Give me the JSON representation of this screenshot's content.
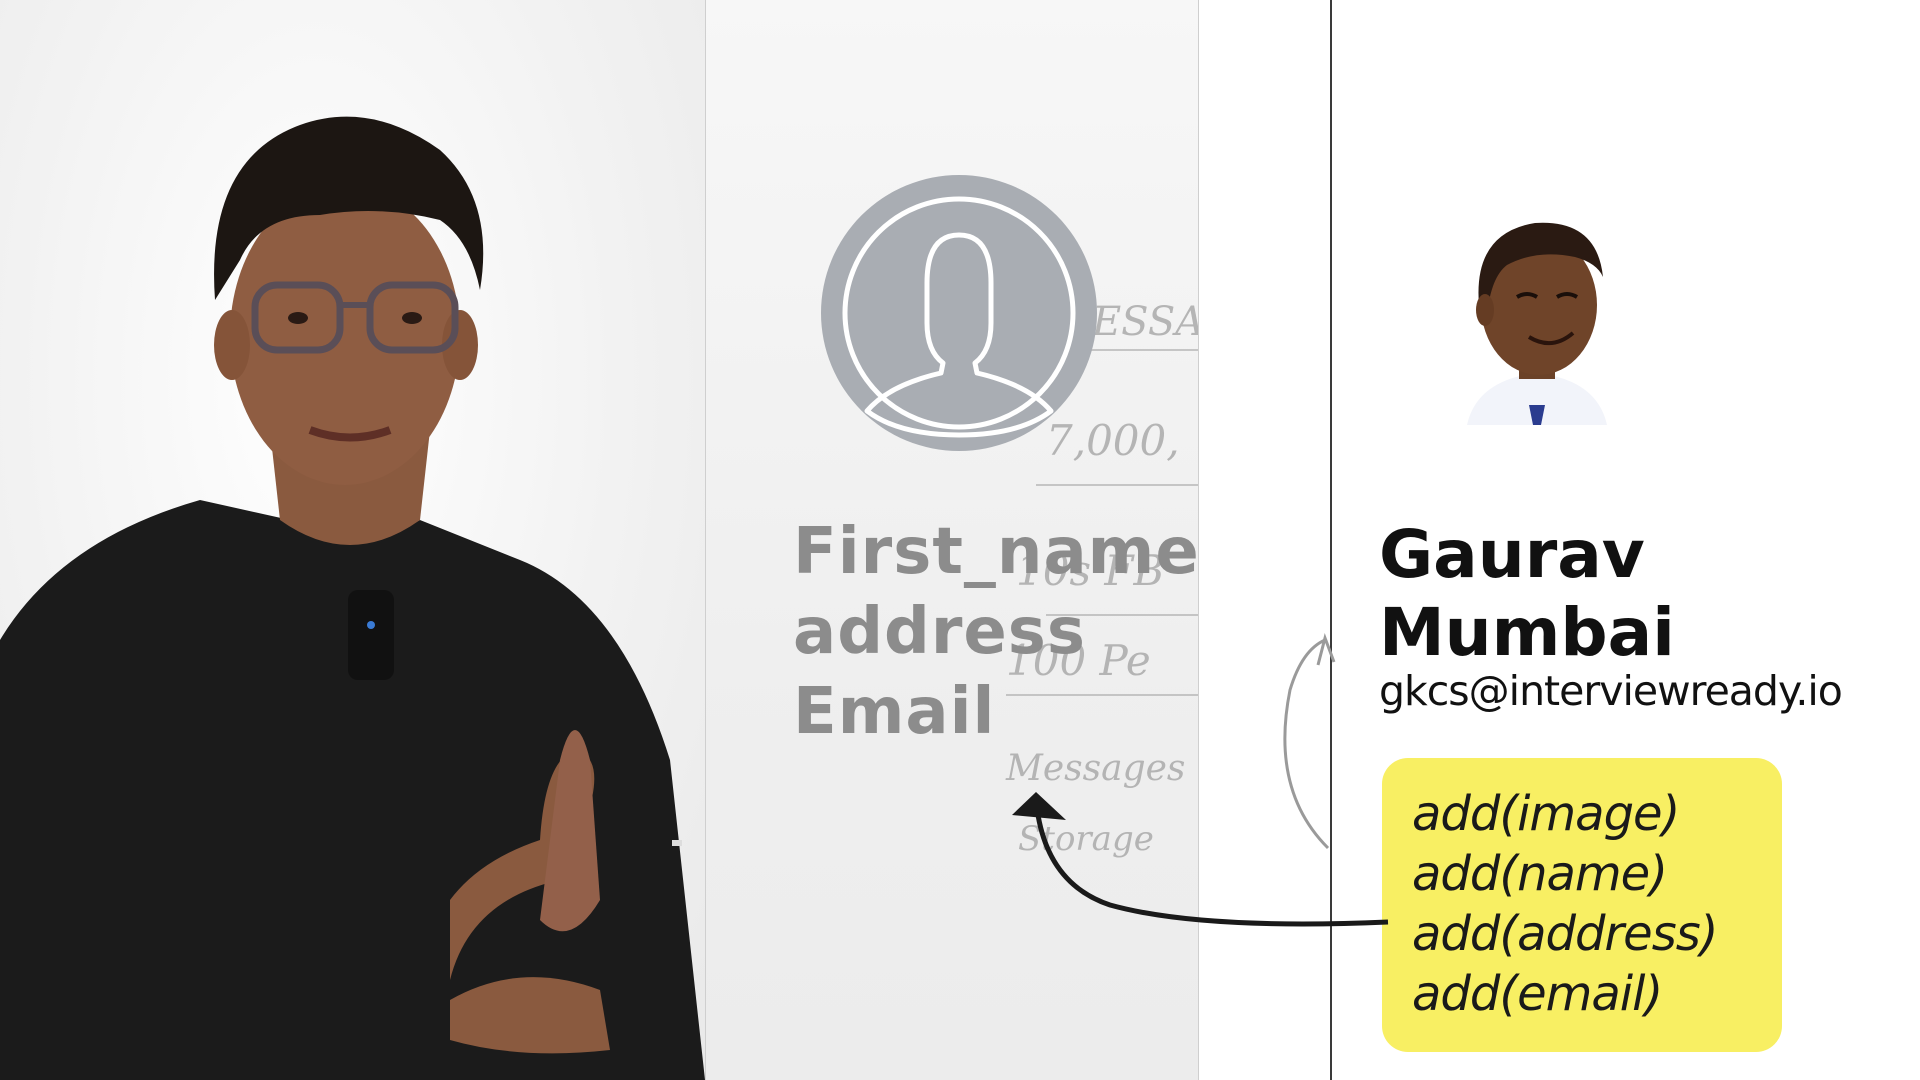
{
  "template_card": {
    "fields": [
      "First_name",
      "address",
      "Email"
    ],
    "avatar_icon": "user-silhouette-icon"
  },
  "filled_card": {
    "name": "Gaurav",
    "city": "Mumbai",
    "email": "gkcs@interviewready.io",
    "avatar_icon": "cartoon-avatar-icon",
    "builder_calls": [
      "add(image)",
      "add(name)",
      "add(address)",
      "add(email)"
    ]
  },
  "whiteboard_notes": [
    "MESSAG",
    "7,000,",
    "10s FB",
    "100 Pe",
    "Messages",
    "Storage"
  ],
  "colors": {
    "template_text": "#8c8c8c",
    "avatar_gray": "#a9adb3",
    "builder_yellow": "#f8ef63",
    "arrow": "#1a1a1a"
  }
}
